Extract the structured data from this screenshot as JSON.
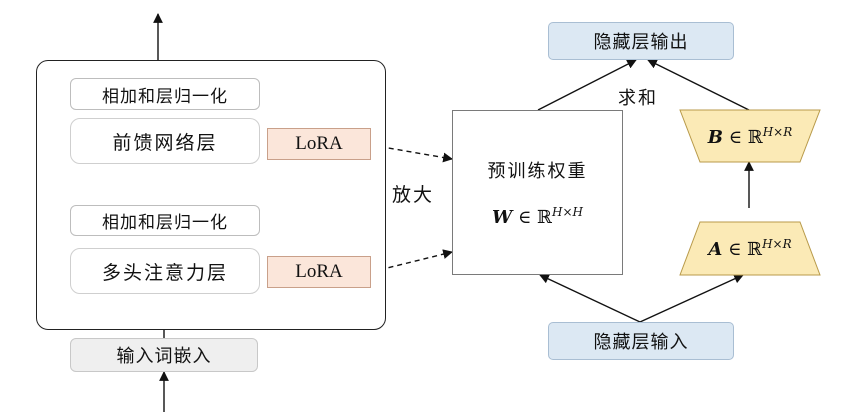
{
  "transformer": {
    "add_norm_top": "相加和层归一化",
    "ffn": "前馈网络层",
    "lora_top": "LoRA",
    "add_norm_bottom": "相加和层归一化",
    "attention": "多头注意力层",
    "lora_bottom": "LoRA",
    "embedding": "输入词嵌入"
  },
  "zoom_label": "放大",
  "detail": {
    "pretrained_weight": "预训练权重",
    "w_symbol": "W",
    "w_space": "∈ ℝ",
    "w_dim": "H×H",
    "sum_label": "求和",
    "hidden_output": "隐藏层输出",
    "hidden_input": "隐藏层输入",
    "b_symbol": "B",
    "b_space": "∈ ℝ",
    "b_dim": "H×R",
    "a_symbol": "A",
    "a_space": "∈ ℝ",
    "a_dim": "H×R"
  },
  "colors": {
    "lora_fill": "#fbe6da",
    "adapter_fill": "#fbeab6",
    "hidden_fill": "#dce8f3",
    "embed_fill": "#efefef"
  }
}
